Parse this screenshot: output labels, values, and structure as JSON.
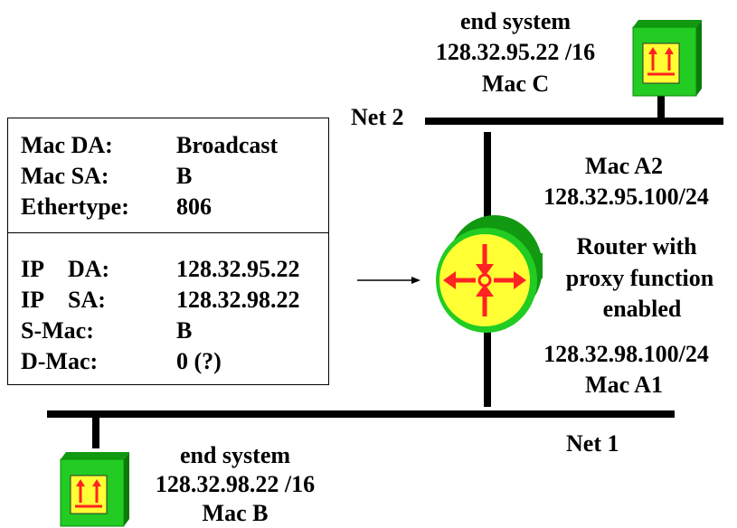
{
  "end_system_top": {
    "title": "end system",
    "ip": "128.32.95.22 /16",
    "mac": "Mac C"
  },
  "end_system_bottom": {
    "title": "end system",
    "ip": "128.32.98.22 /16",
    "mac": "Mac B"
  },
  "net2_label": "Net 2",
  "net1_label": "Net 1",
  "router": {
    "upper_mac": "Mac A2",
    "upper_ip": "128.32.95.100/24",
    "desc_line1": "Router with",
    "desc_line2": "proxy function",
    "desc_line3": "enabled",
    "lower_ip": "128.32.98.100/24",
    "lower_mac": "Mac A1"
  },
  "frame": {
    "header": [
      {
        "key": "Mac DA:",
        "value": "Broadcast"
      },
      {
        "key": "Mac SA:",
        "value": "B"
      },
      {
        "key": "Ethertype:",
        "value": "806"
      }
    ],
    "payload": [
      {
        "key": "IP   DA:",
        "value": "128.32.95.22"
      },
      {
        "key": "IP   SA:",
        "value": "128.32.98.22"
      },
      {
        "key": "S-Mac:",
        "value": "B"
      },
      {
        "key": "D-Mac:",
        "value": "0 (?)"
      }
    ]
  },
  "colors": {
    "device_green": "#22cc22",
    "device_dark_green": "#119911",
    "device_yellow": "#ffff33",
    "arrow_red": "#ff2222",
    "line_black": "#000000"
  },
  "icons": {
    "end_system": "end-system-icon",
    "router": "router-icon",
    "arrow": "arrow-right-icon"
  }
}
